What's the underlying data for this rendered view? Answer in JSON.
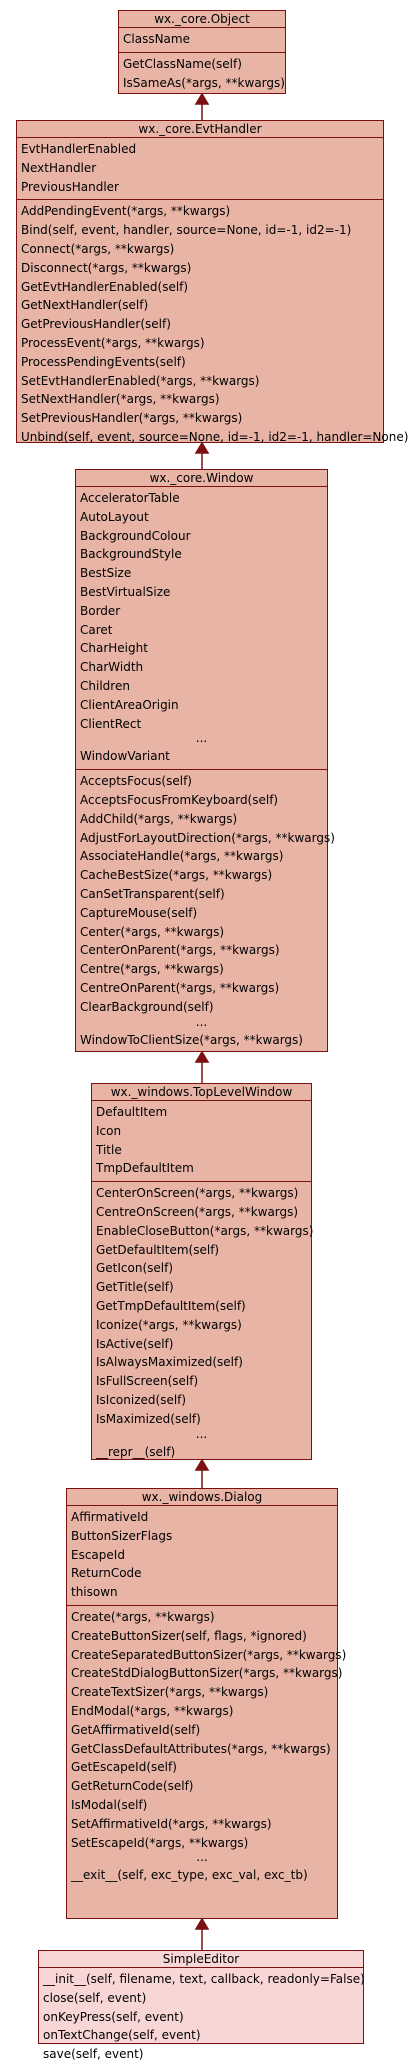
{
  "classes": [
    {
      "title": "wx._core.Object",
      "attributes": [
        "ClassName"
      ],
      "methods": [
        "GetClassName(self)",
        "IsSameAs(*args, **kwargs)"
      ],
      "methods_truncated": false
    },
    {
      "title": "wx._core.EvtHandler",
      "attributes": [
        "EvtHandlerEnabled",
        "NextHandler",
        "PreviousHandler"
      ],
      "methods": [
        "AddPendingEvent(*args, **kwargs)",
        "Bind(self, event, handler, source=None, id=-1, id2=-1)",
        "Connect(*args, **kwargs)",
        "Disconnect(*args, **kwargs)",
        "GetEvtHandlerEnabled(self)",
        "GetNextHandler(self)",
        "GetPreviousHandler(self)",
        "ProcessEvent(*args, **kwargs)",
        "ProcessPendingEvents(self)",
        "SetEvtHandlerEnabled(*args, **kwargs)",
        "SetNextHandler(*args, **kwargs)",
        "SetPreviousHandler(*args, **kwargs)",
        "Unbind(self, event, source=None, id=-1, id2=-1, handler=None)"
      ],
      "methods_truncated": false
    },
    {
      "title": "wx._core.Window",
      "attributes": [
        "AcceleratorTable",
        "AutoLayout",
        "BackgroundColour",
        "BackgroundStyle",
        "BestSize",
        "BestVirtualSize",
        "Border",
        "Caret",
        "CharHeight",
        "CharWidth",
        "Children",
        "ClientAreaOrigin",
        "ClientRect"
      ],
      "attributes_truncated": true,
      "attributes_tail": "WindowVariant",
      "methods": [
        "AcceptsFocus(self)",
        "AcceptsFocusFromKeyboard(self)",
        "AddChild(*args, **kwargs)",
        "AdjustForLayoutDirection(*args, **kwargs)",
        "AssociateHandle(*args, **kwargs)",
        "CacheBestSize(*args, **kwargs)",
        "CanSetTransparent(self)",
        "CaptureMouse(self)",
        "Center(*args, **kwargs)",
        "CenterOnParent(*args, **kwargs)",
        "Centre(*args, **kwargs)",
        "CentreOnParent(*args, **kwargs)",
        "ClearBackground(self)"
      ],
      "methods_truncated": true,
      "methods_tail": "WindowToClientSize(*args, **kwargs)"
    },
    {
      "title": "wx._windows.TopLevelWindow",
      "attributes": [
        "DefaultItem",
        "Icon",
        "Title",
        "TmpDefaultItem"
      ],
      "methods": [
        "CenterOnScreen(*args, **kwargs)",
        "CentreOnScreen(*args, **kwargs)",
        "EnableCloseButton(*args, **kwargs)",
        "GetDefaultItem(self)",
        "GetIcon(self)",
        "GetTitle(self)",
        "GetTmpDefaultItem(self)",
        "Iconize(*args, **kwargs)",
        "IsActive(self)",
        "IsAlwaysMaximized(self)",
        "IsFullScreen(self)",
        "IsIconized(self)",
        "IsMaximized(self)"
      ],
      "methods_truncated": true,
      "methods_tail": "__repr__(self)"
    },
    {
      "title": "wx._windows.Dialog",
      "attributes": [
        "AffirmativeId",
        "ButtonSizerFlags",
        "EscapeId",
        "ReturnCode",
        "thisown"
      ],
      "methods": [
        "Create(*args, **kwargs)",
        "CreateButtonSizer(self, flags, *ignored)",
        "CreateSeparatedButtonSizer(*args, **kwargs)",
        "CreateStdDialogButtonSizer(*args, **kwargs)",
        "CreateTextSizer(*args, **kwargs)",
        "EndModal(*args, **kwargs)",
        "GetAffirmativeId(self)",
        "GetClassDefaultAttributes(*args, **kwargs)",
        "GetEscapeId(self)",
        "GetReturnCode(self)",
        "IsModal(self)",
        "SetAffirmativeId(*args, **kwargs)",
        "SetEscapeId(*args, **kwargs)"
      ],
      "methods_truncated": true,
      "methods_tail": "__exit__(self, exc_type, exc_val, exc_tb)"
    },
    {
      "title": "SimpleEditor",
      "attributes": [],
      "methods": [
        "__init__(self, filename, text, callback, readonly=False)",
        "close(self, event)",
        "onKeyPress(self, event)",
        "onTextChange(self, event)",
        "save(self, event)"
      ],
      "methods_truncated": false,
      "leaf": true
    }
  ],
  "ellipsis": "...",
  "colors": {
    "box_fill": "#e8b4a6",
    "leaf_fill": "#f9d6d6",
    "border": "#7a1010"
  }
}
